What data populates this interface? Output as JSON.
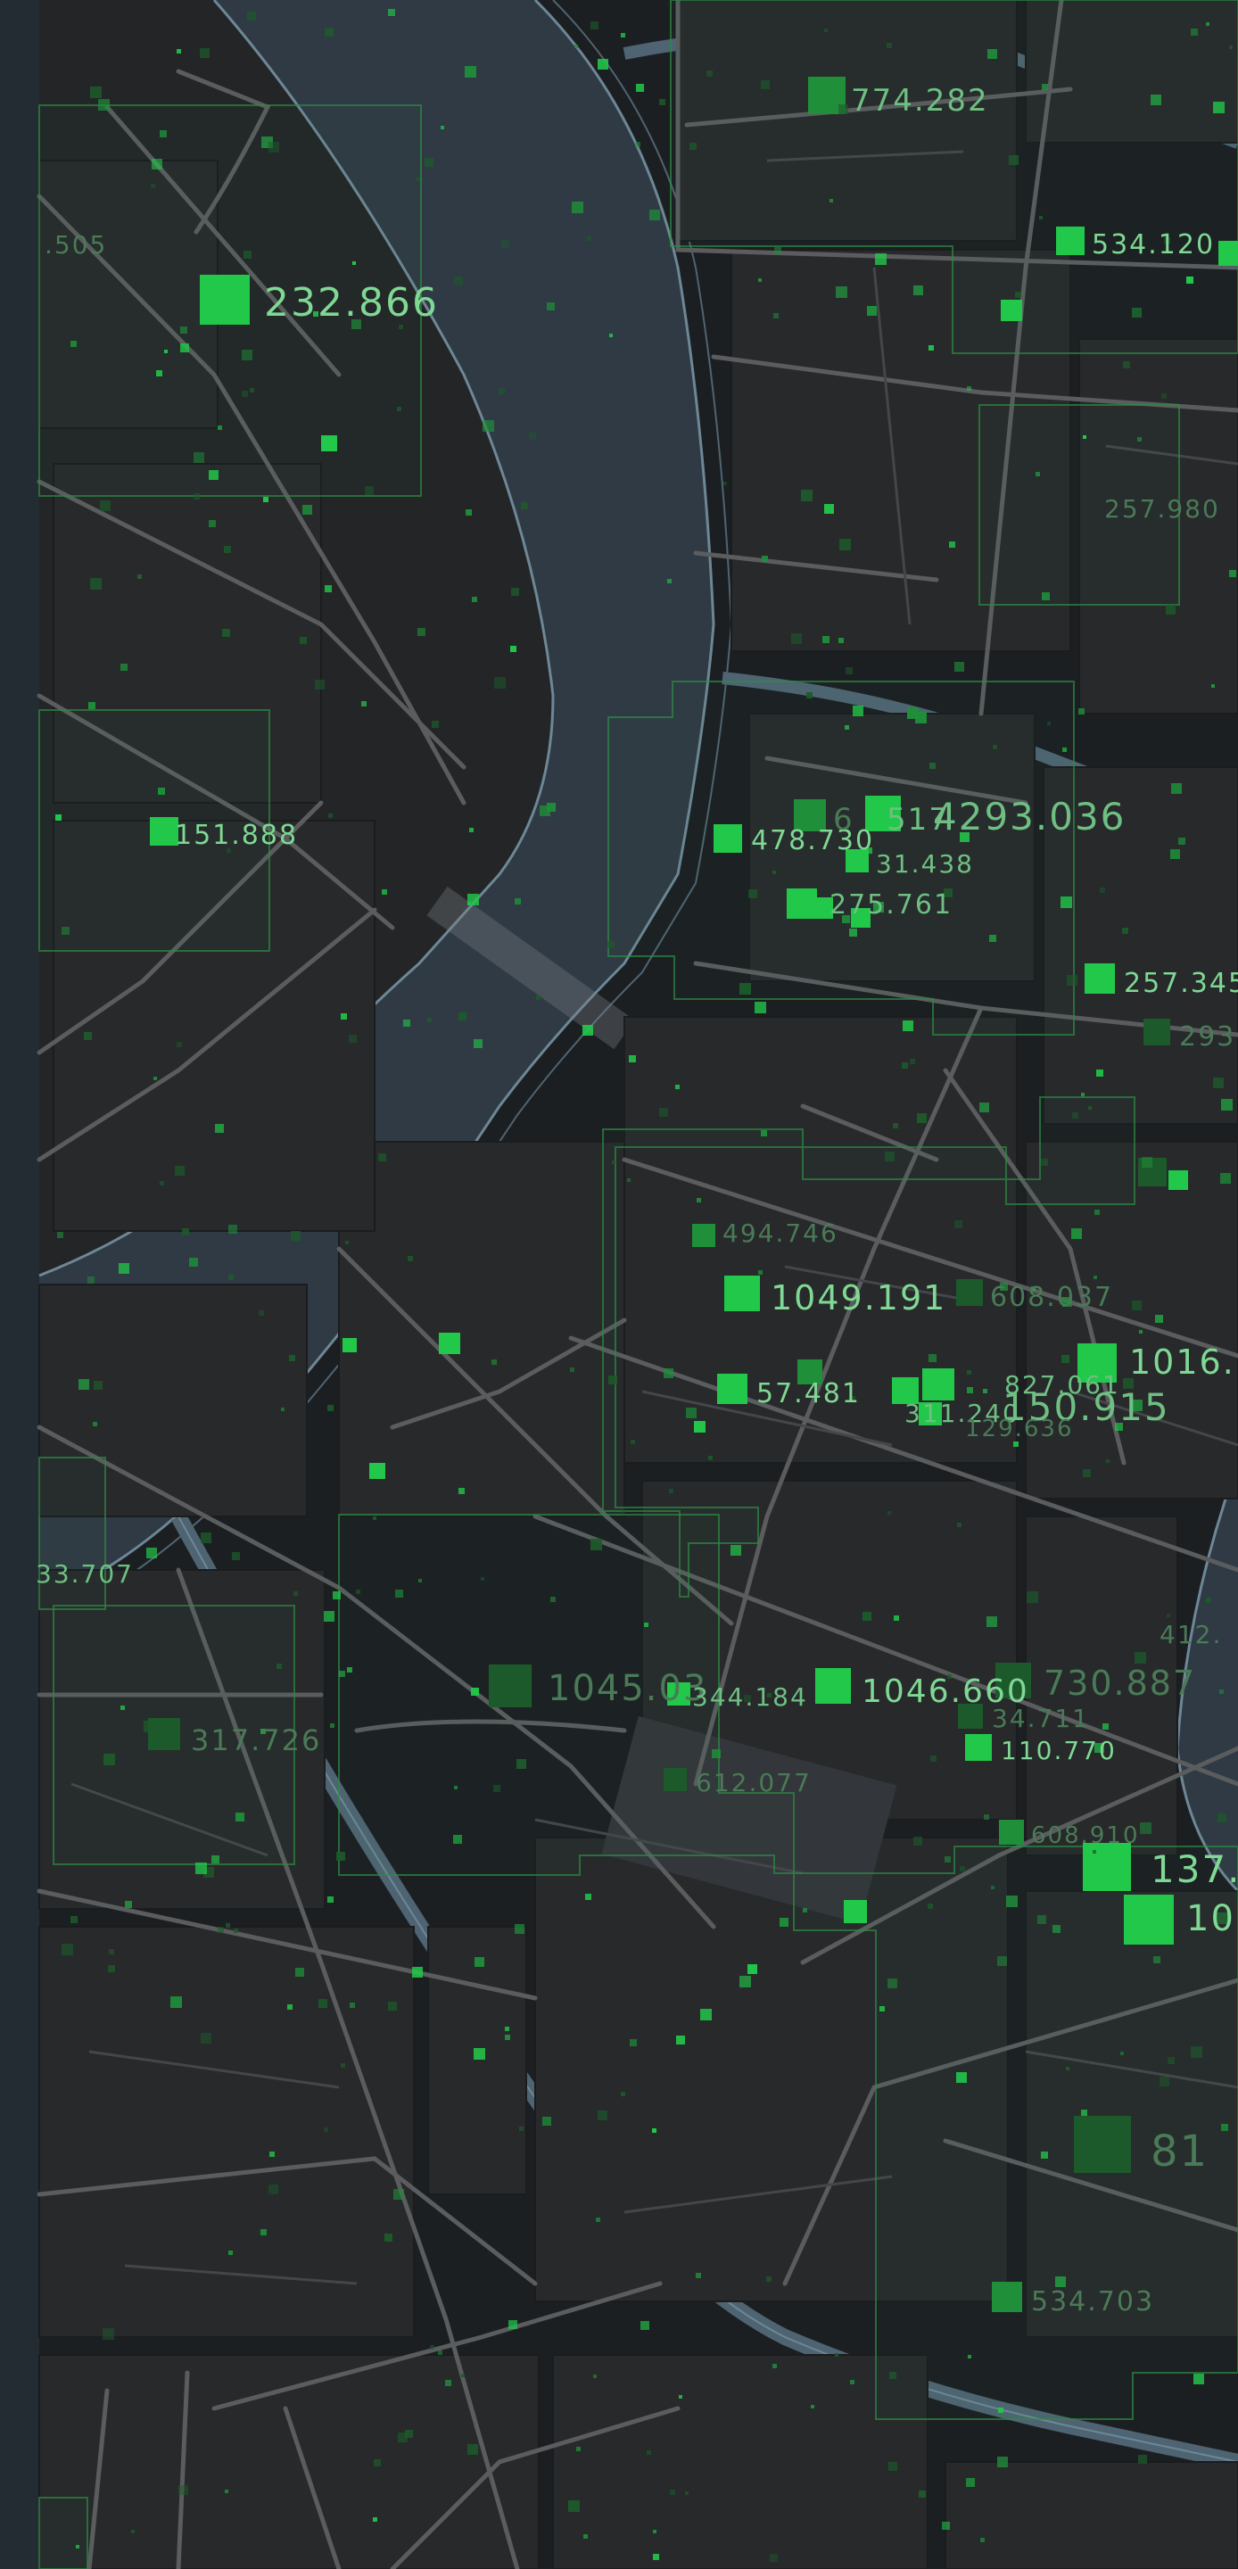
{
  "map": {
    "colors": {
      "background": "#1c1f22",
      "water": "#2f3a44",
      "water_edge": "#6e8796",
      "block": "#27292b",
      "road": "#5a5c5e",
      "marker_bright": "#22c84a",
      "marker_mid": "#1f8f3a",
      "marker_dim": "#1d5a2b",
      "region_outline": "#2e8a45",
      "label": "#7fd893"
    },
    "labels": [
      {
        "text": "232.866",
        "weight": "bright"
      },
      {
        "text": ".505",
        "weight": "dim"
      },
      {
        "text": "774.282",
        "weight": "mid"
      },
      {
        "text": "534.120",
        "weight": "bright"
      },
      {
        "text": "257.980",
        "weight": "dim"
      },
      {
        "text": "151.888",
        "weight": "bright"
      },
      {
        "text": "478.730",
        "weight": "bright"
      },
      {
        "text": "6",
        "weight": "dim"
      },
      {
        "text": "517",
        "weight": "mid"
      },
      {
        "text": "4293.036",
        "weight": "mid"
      },
      {
        "text": "31.438",
        "weight": "mid"
      },
      {
        "text": "275.761",
        "weight": "mid"
      },
      {
        "text": "257.345",
        "weight": "bright"
      },
      {
        "text": "293",
        "weight": "dim"
      },
      {
        "text": "494.746",
        "weight": "dim"
      },
      {
        "text": "1049.191",
        "weight": "bright"
      },
      {
        "text": "608.037",
        "weight": "dim"
      },
      {
        "text": "1016.",
        "weight": "bright"
      },
      {
        "text": "57.481",
        "weight": "bright"
      },
      {
        "text": "827.061",
        "weight": "mid"
      },
      {
        "text": "150.915",
        "weight": "mid"
      },
      {
        "text": "311.240",
        "weight": "mid"
      },
      {
        "text": "129.636",
        "weight": "dim"
      },
      {
        "text": "33.707",
        "weight": "mid"
      },
      {
        "text": "317.726",
        "weight": "dim"
      },
      {
        "text": "1045.03",
        "weight": "dim"
      },
      {
        "text": "344.184",
        "weight": "mid"
      },
      {
        "text": "1046.660",
        "weight": "bright"
      },
      {
        "text": "730.887",
        "weight": "dim"
      },
      {
        "text": "34.711",
        "weight": "dim"
      },
      {
        "text": "110.770",
        "weight": "bright"
      },
      {
        "text": "612.077",
        "weight": "dim"
      },
      {
        "text": "608.910",
        "weight": "dim"
      },
      {
        "text": "137.",
        "weight": "bright"
      },
      {
        "text": "10",
        "weight": "bright"
      },
      {
        "text": "412.",
        "weight": "dim"
      },
      {
        "text": "81",
        "weight": "dim"
      },
      {
        "text": "534.703",
        "weight": "dim"
      }
    ]
  }
}
